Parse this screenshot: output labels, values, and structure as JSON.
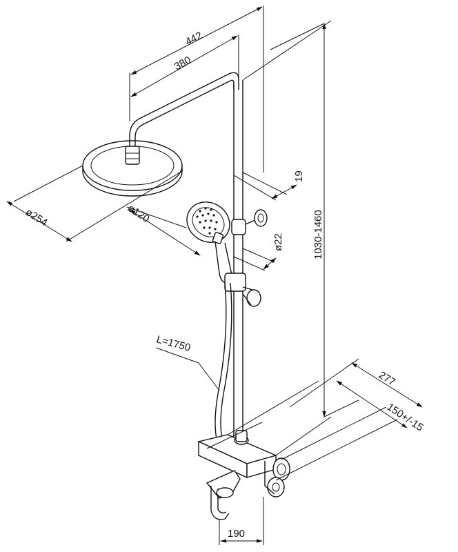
{
  "figure": {
    "dimensions": {
      "width_total": "442",
      "arm_reach": "380",
      "head_diameter": "ø254",
      "hand_shower_diameter": "ø120",
      "rail_diameter_top": "19",
      "rail_diameter": "ø22",
      "height_range": "1030-1460",
      "hose_length": "L=1750",
      "depth": "277",
      "inlet_spacing": "150+/-15",
      "spout_width": "190"
    },
    "line_color": "#111111",
    "background_color": "#ffffff"
  }
}
